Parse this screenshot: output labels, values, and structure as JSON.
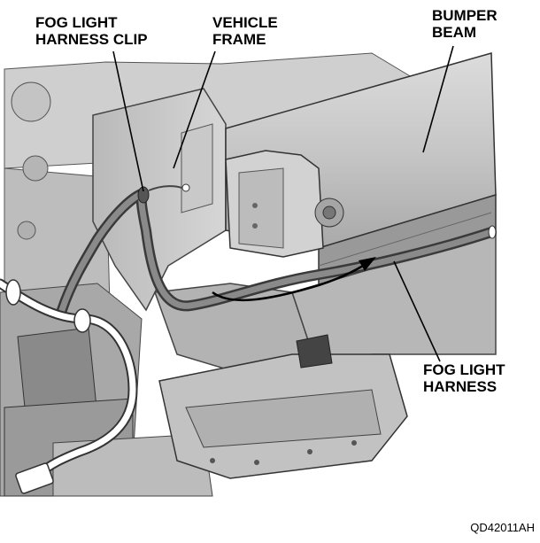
{
  "labels": {
    "fog_light_harness_clip": [
      "FOG LIGHT",
      "HARNESS CLIP"
    ],
    "vehicle_frame": [
      "VEHICLE",
      "FRAME"
    ],
    "bumper_beam": [
      "BUMPER",
      "BEAM"
    ],
    "fog_light_harness": [
      "FOG LIGHT",
      "HARNESS"
    ]
  },
  "figure_code": "QD42011AH"
}
